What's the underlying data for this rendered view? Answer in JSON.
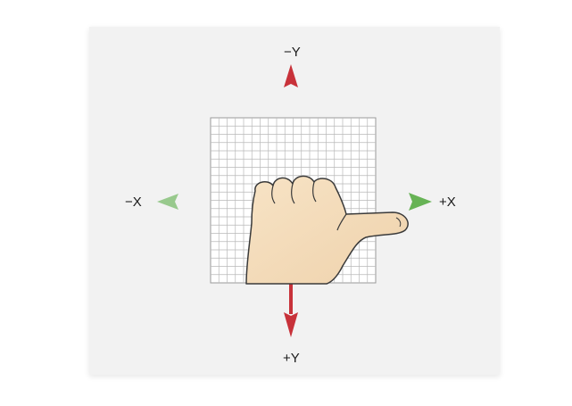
{
  "diagram": {
    "labels": {
      "neg_y": "−Y",
      "pos_y": "+Y",
      "neg_x": "−X",
      "pos_x": "+X"
    },
    "colors": {
      "panel_bg": "#f2f2f2",
      "grid_line": "#b9b9b9",
      "y_axis": "#c8323a",
      "x_axis": "#4fa83a",
      "hand_fill": "#f4dcb9",
      "hand_stroke": "#3a3a3a"
    },
    "icons": {
      "hand": "left-hand-thumb-pointing-right-icon"
    }
  }
}
